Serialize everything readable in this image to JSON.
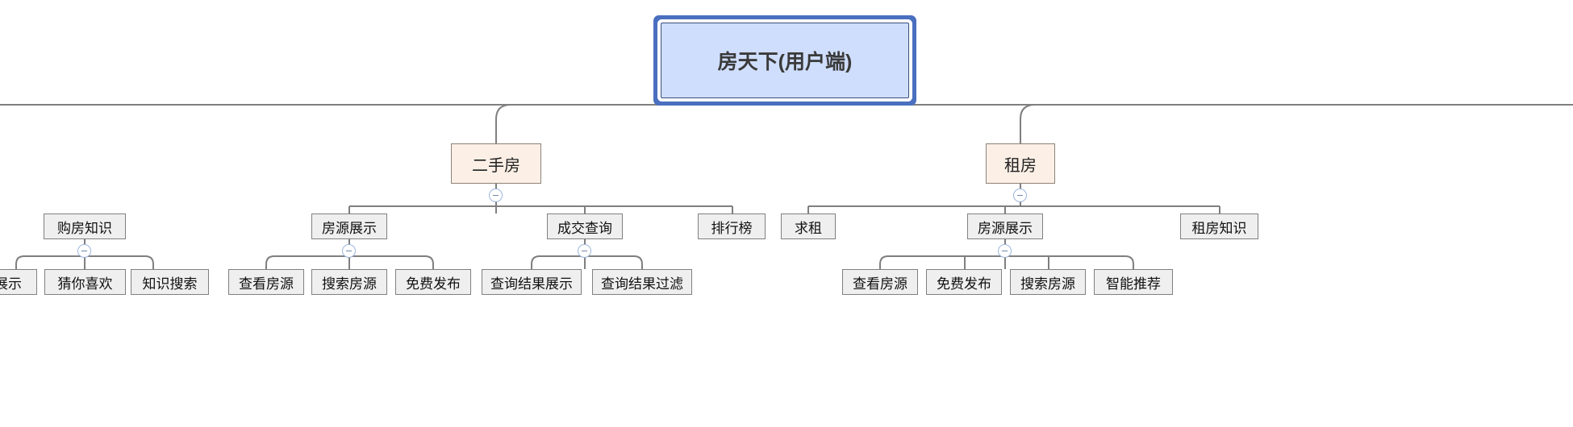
{
  "diagram": {
    "type": "mindmap-tree",
    "title": "房天下(用户端)",
    "orientation": "top-down",
    "colors": {
      "root_fill": "#cfdefc",
      "root_border": "#3b4f7d",
      "root_selection": "#4a6fbf",
      "level2_fill": "#fcf0e6",
      "level2_border": "#8c8277",
      "node_fill": "#efefef",
      "node_border": "#808080",
      "connector": "#7f7f7f",
      "toggle_border": "#9db6de",
      "canvas": "#ffffff"
    },
    "root": {
      "label": "房天下(用户端)",
      "selected": true
    },
    "branches": [
      {
        "label": "二手房",
        "collapsible": true,
        "children": [
          {
            "label": "购房知识",
            "collapsible": true,
            "children": [
              {
                "label": "展示",
                "truncated": true
              },
              {
                "label": "猜你喜欢"
              },
              {
                "label": "知识搜索"
              }
            ]
          },
          {
            "label": "房源展示",
            "collapsible": true,
            "children": [
              {
                "label": "查看房源"
              },
              {
                "label": "搜索房源"
              },
              {
                "label": "免费发布"
              }
            ]
          },
          {
            "label": "成交查询",
            "collapsible": true,
            "children": [
              {
                "label": "查询结果展示"
              },
              {
                "label": "查询结果过滤"
              }
            ]
          },
          {
            "label": "排行榜",
            "collapsible": false,
            "children": []
          }
        ]
      },
      {
        "label": "租房",
        "collapsible": true,
        "children": [
          {
            "label": "求租",
            "collapsible": false,
            "children": []
          },
          {
            "label": "房源展示",
            "collapsible": true,
            "children": [
              {
                "label": "查看房源"
              },
              {
                "label": "免费发布"
              },
              {
                "label": "搜索房源"
              },
              {
                "label": "智能推荐"
              }
            ]
          },
          {
            "label": "租房知识",
            "collapsible": false,
            "children": []
          }
        ]
      }
    ],
    "nodes": {
      "root": {
        "label": "房天下(用户端)"
      },
      "ershoufang": {
        "label": "二手房"
      },
      "zufang": {
        "label": "租房"
      },
      "goufangzhishi": {
        "label": "购房知识"
      },
      "fangyuan1": {
        "label": "房源展示"
      },
      "chengjiao": {
        "label": "成交查询"
      },
      "paihangbang": {
        "label": "排行榜"
      },
      "qiuzu": {
        "label": "求租"
      },
      "fangyuan2": {
        "label": "房源展示"
      },
      "zufangzhishi": {
        "label": "租房知识"
      },
      "zhanshi": {
        "label": "展示"
      },
      "cainixihuan": {
        "label": "猜你喜欢"
      },
      "zhishisousuo": {
        "label": "知识搜索"
      },
      "chakan1": {
        "label": "查看房源"
      },
      "sousuo1": {
        "label": "搜索房源"
      },
      "mianfei1": {
        "label": "免费发布"
      },
      "jieguozhanshi": {
        "label": "查询结果展示"
      },
      "jieguoguolv": {
        "label": "查询结果过滤"
      },
      "chakan2": {
        "label": "查看房源"
      },
      "mianfei2": {
        "label": "免费发布"
      },
      "sousuo2": {
        "label": "搜索房源"
      },
      "zhineng": {
        "label": "智能推荐"
      }
    }
  }
}
